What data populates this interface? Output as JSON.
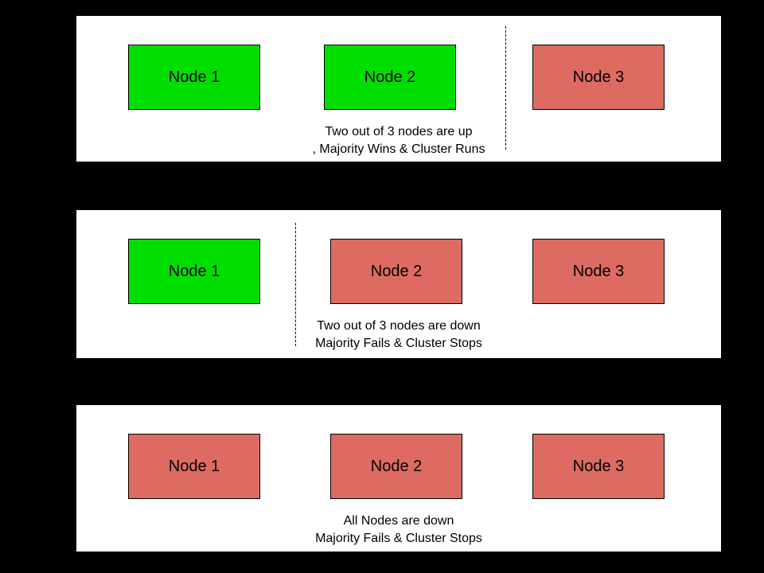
{
  "colors": {
    "up": "#00DE00",
    "down": "#DE6B62",
    "page_bg": "#000000",
    "panel_bg": "#FFFFFF",
    "border": "#000000"
  },
  "panels": [
    {
      "id": "scenario-two-nodes-up",
      "nodes": [
        {
          "label": "Node 1",
          "status": "up"
        },
        {
          "label": "Node 2",
          "status": "up"
        },
        {
          "label": "Node 3",
          "status": "down"
        }
      ],
      "caption_line1": "Two out of 3 nodes are up",
      "caption_line2": ", Majority Wins & Cluster Runs",
      "divider": "between Node 2 and Node 3"
    },
    {
      "id": "scenario-two-nodes-down",
      "nodes": [
        {
          "label": "Node 1",
          "status": "up"
        },
        {
          "label": "Node 2",
          "status": "down"
        },
        {
          "label": "Node 3",
          "status": "down"
        }
      ],
      "caption_line1": "Two out of 3 nodes are down",
      "caption_line2": "Majority Fails & Cluster Stops",
      "divider": "between Node 1 and Node 2"
    },
    {
      "id": "scenario-all-nodes-down",
      "nodes": [
        {
          "label": "Node 1",
          "status": "down"
        },
        {
          "label": "Node 2",
          "status": "down"
        },
        {
          "label": "Node 3",
          "status": "down"
        }
      ],
      "caption_line1": "All Nodes are down",
      "caption_line2": "Majority Fails & Cluster Stops",
      "divider": null
    }
  ]
}
